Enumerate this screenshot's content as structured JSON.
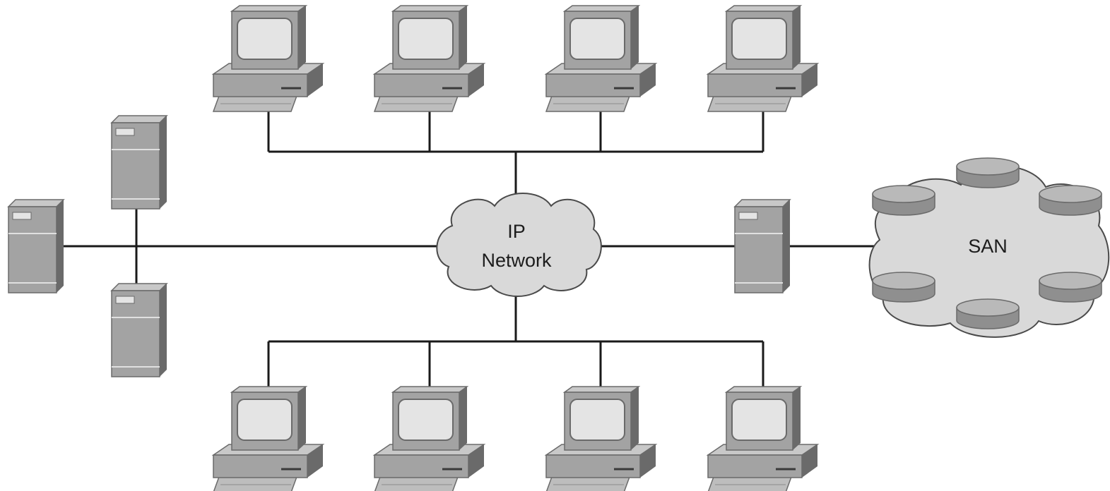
{
  "labels": {
    "ip_network_line1": "IP",
    "ip_network_line2": "Network",
    "san": "SAN"
  },
  "colors": {
    "face": "#a3a3a3",
    "side": "#6a6a6a",
    "top": "#c8c8c8",
    "screen": "#e4e4e4",
    "cloud": "#d9d9d9",
    "line": "#1a1a1a"
  },
  "icons": {
    "workstation": "desktop-computer-icon",
    "server": "tower-server-icon",
    "disk": "storage-disk-icon",
    "cloud": "cloud-icon"
  }
}
